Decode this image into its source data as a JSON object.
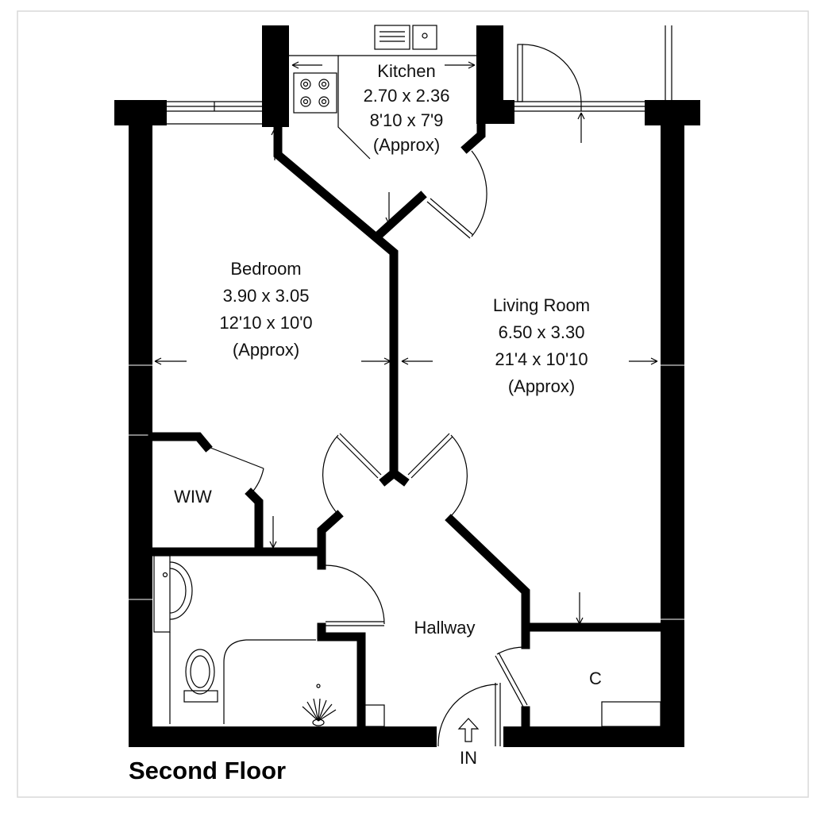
{
  "floor": {
    "title": "Second Floor"
  },
  "rooms": {
    "kitchen": {
      "name": "Kitchen",
      "metric": "2.70 x 2.36",
      "imperial": "8'10 x 7'9",
      "note": "(Approx)"
    },
    "bedroom": {
      "name": "Bedroom",
      "metric": "3.90 x 3.05",
      "imperial": "12'10 x 10'0",
      "note": "(Approx)"
    },
    "living": {
      "name": "Living Room",
      "metric": "6.50 x 3.30",
      "imperial": "21'4 x 10'10",
      "note": "(Approx)"
    },
    "wiw": {
      "name": "WIW"
    },
    "hallway": {
      "name": "Hallway"
    },
    "cupboard": {
      "name": "C"
    }
  },
  "entrance": {
    "label": "IN"
  },
  "colors": {
    "wall": "#000000",
    "background": "#ffffff",
    "frame": "#d9d9d9"
  },
  "icons": [
    "hob-icon",
    "basin-icon",
    "toilet-icon",
    "shower-icon",
    "sink-icon",
    "entrance-arrow-icon"
  ]
}
